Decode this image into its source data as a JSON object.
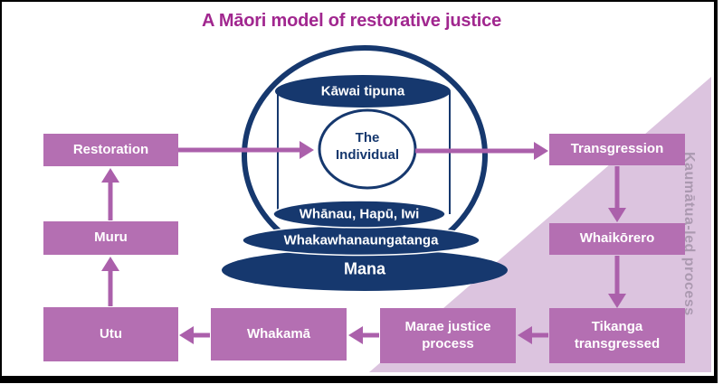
{
  "title": "A Māori model of restorative justice",
  "center": {
    "kawai_tipuna": "Kāwai tipuna",
    "individual": "The Individual",
    "whanau_hapu_iwi": "Whānau, Hapū, Iwi",
    "whakawhanaungatanga": "Whakawhanaungatanga",
    "mana": "Mana"
  },
  "boxes": {
    "restoration": "Restoration",
    "muru": "Muru",
    "utu": "Utu",
    "whakama": "Whakamā",
    "marae_justice": "Marae justice process",
    "tikanga": "Tikanga transgressed",
    "transgression": "Transgression",
    "whaikorero": "Whaikōrero"
  },
  "side_label": "Kaumātua-led process",
  "colors": {
    "navy": "#16386e",
    "box_purple": "#b46fb2",
    "arrow_purple": "#ab60ab",
    "title_magenta": "#a1278f",
    "triangle_light": "#dcc4df",
    "side_label_gray_purple": "#ab99b0",
    "frame_black": "#000000"
  }
}
